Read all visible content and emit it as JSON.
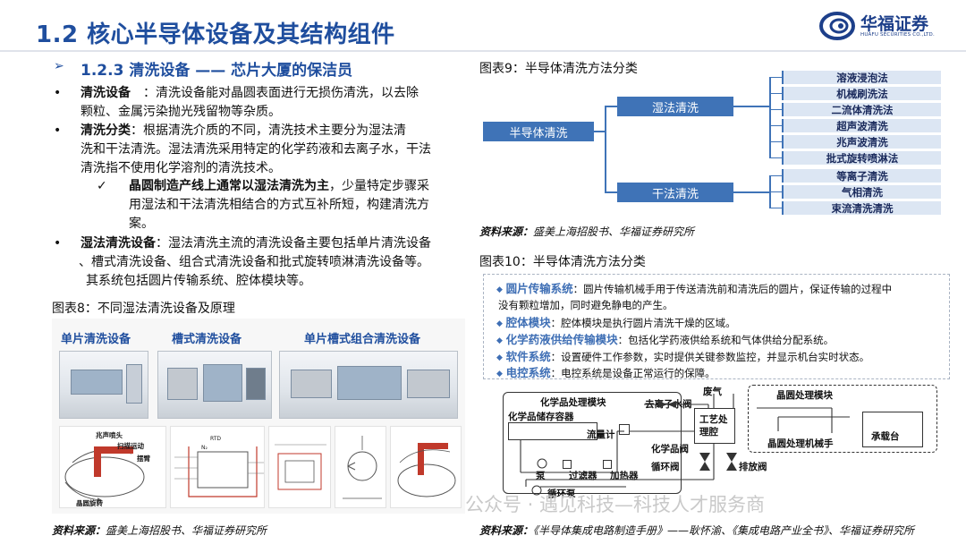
{
  "header": {
    "title": "1.2 核心半导体设备及其结构组件",
    "logo_text": "华福证券",
    "logo_sub": "HUAFU SECURITIES CO.,LTD."
  },
  "left": {
    "subhead_arrow": "➢",
    "subhead": "1.2.3 清洗设备 —— 芯片大厦的保洁员",
    "bullets": [
      {
        "label": "清洗设备",
        "text_l1": "：清洗设备能对晶圆表面进行无损伤清洗，以去除",
        "text_l2": "颗粒、金属污染抛光残留物等杂质。"
      },
      {
        "label": "清洗分类",
        "text_l1": "：根据清洗介质的不同，清洗技术主要分为湿法清",
        "text_l2": "洗和干法清洗。湿法清洗采用特定的化学药液和去离子水，干法",
        "text_l3": "清洗指不使用化学溶剂的清洗技术。"
      },
      {
        "label": "湿法清洗设备",
        "text_l1": "：湿法清洗主流的清洗设备主要包括单片清洗设备",
        "text_l2": "、槽式清洗设备、组合式清洗设备和批式旋转喷淋清洗设备等。",
        "text_l3": "其系统包括圆片传输系统、腔体模块等。"
      }
    ],
    "sub_mark": "✓",
    "sub_bold": "晶圆制造产线上通常以湿法清洗为主",
    "sub_l1_rest": "，少量特定步骤采",
    "sub_l2": "用湿法和干法清洗相结合的方式互补所短，构建清洗方",
    "sub_l3": "案。",
    "bullet_dot": "•",
    "fig8_caption": "图表8：不同湿法清洗设备及原理",
    "equip_labels": [
      "单片清洗设备",
      "槽式清洗设备",
      "单片槽式组合清洗设备"
    ],
    "diag_labels": {
      "nozzle": "兆声喷头",
      "scan": "扫描运动",
      "swing": "摆臂",
      "rotate": "晶圆旋转",
      "rtd": "RTD",
      "n2": "N₂"
    },
    "source_label": "资料来源：",
    "source_text": "盛美上海招股书、华福证券研究所"
  },
  "fig9": {
    "caption": "图表9：半导体清洗方法分类",
    "root": "半导体清洗",
    "wet": "湿法清洗",
    "dry": "干法清洗",
    "wet_leaves": [
      "溶液浸泡法",
      "机械刷洗法",
      "二流体清洗法",
      "超声波清洗",
      "兆声波清洗",
      "批式旋转喷淋法"
    ],
    "dry_leaves": [
      "等离子清洗",
      "气相清洗",
      "束流清洗清洗"
    ],
    "source_label": "资料来源：",
    "source_text": "盛美上海招股书、华福证券研究所"
  },
  "fig10": {
    "caption": "图表10：半导体清洗方法分类",
    "diamond": "◆",
    "components": [
      {
        "key": "圆片传输系统",
        "l1": "：圆片传输机械手用于传送清洗前和清洗后的圆片，保证传输的过程中",
        "l2": "没有颗粒增加，同时避免静电的产生。"
      },
      {
        "key": "腔体模块",
        "l1": "：腔体模块是执行圆片清洗干燥的区域。"
      },
      {
        "key": "化学药液供给传输模块",
        "l1": "：包括化学药液供给系统和气体供给分配系统。"
      },
      {
        "key": "软件系统",
        "l1": "：设置硬件工作参数，实时提供关键参数监控，并显示机台实时状态。"
      },
      {
        "key": "电控系统",
        "l1": "：电控系统是设备正常运行的保障。"
      }
    ],
    "schematic": {
      "chem_module": "化学品处理模块",
      "chem_storage": "化学品储存容器",
      "flowmeter": "流量计",
      "pump": "泵",
      "filter": "过滤器",
      "heater": "加热器",
      "circ_pump": "循环泵",
      "di_valve": "去离子水阀",
      "chem_valve": "化学品阀",
      "circ_valve": "循环阀",
      "waste_gas": "废气",
      "process_chamber": "工艺处理腔",
      "drain_valve": "排放阀",
      "wafer_module": "晶圆处理模块",
      "wafer_robot": "晶圆处理机械手",
      "carrier": "承载台"
    },
    "source_label": "资料来源：",
    "source_text": "《半导体集成电路制造手册》——耿怀渝、《集成电路产业全书》、华福证券研究所"
  },
  "watermark": "公众号 · 遇见科技—科技人才服务商"
}
